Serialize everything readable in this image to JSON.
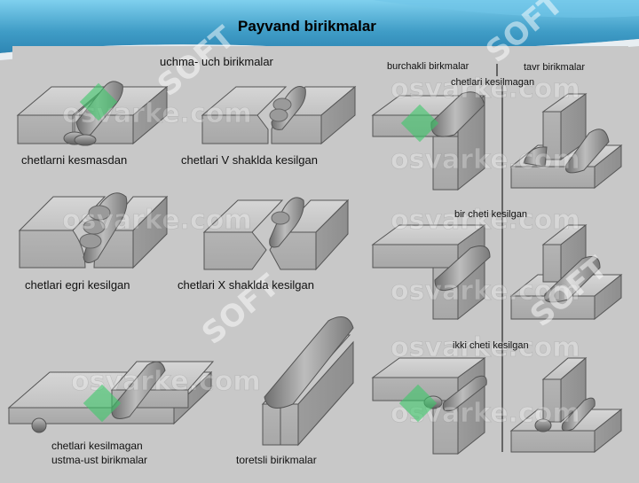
{
  "title": "Payvand birikmalar",
  "watermark": "osvarke.com",
  "watermark_logo": "SOFT",
  "colors": {
    "background": "#c8c8c8",
    "header_blue": "#4a9fc7",
    "metal": "#b8b8b8",
    "weld": "#9a9a9a",
    "logo_green": "#3cc96a"
  },
  "labels": {
    "butt": "uchma- uch birikmalar",
    "no_bevel": "chetlarni kesmasdan",
    "v_bevel": "chetlari V shaklda kesilgan",
    "curved": "chetlari egri kesilgan",
    "x_bevel": "chetlari X shaklda kesilgan",
    "lap_1": "chetlari kesilmagan",
    "lap_2": "ustma-ust birikmalar",
    "edge": "toretsli birikmalar",
    "corner": "burchakli birkmalar",
    "tee": "tavr birikmalar",
    "unbeveled": "chetlari kesilmagan",
    "single_bevel": "bir cheti kesilgan",
    "double_bevel": "ikki cheti kesilgan"
  }
}
